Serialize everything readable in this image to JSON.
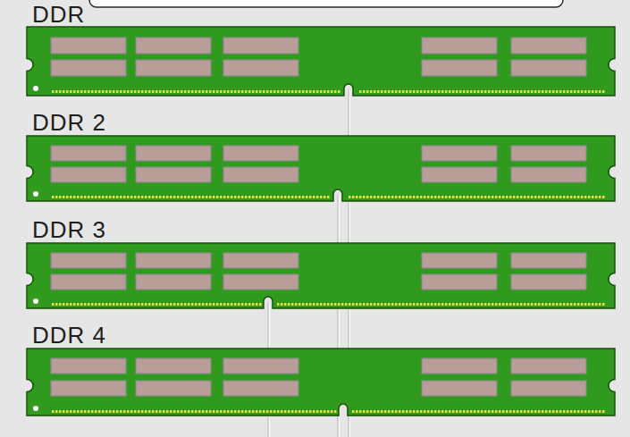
{
  "diagram": {
    "labels": [
      "DDR",
      "DDR 2",
      "DDR 3",
      "DDR 4"
    ]
  }
}
